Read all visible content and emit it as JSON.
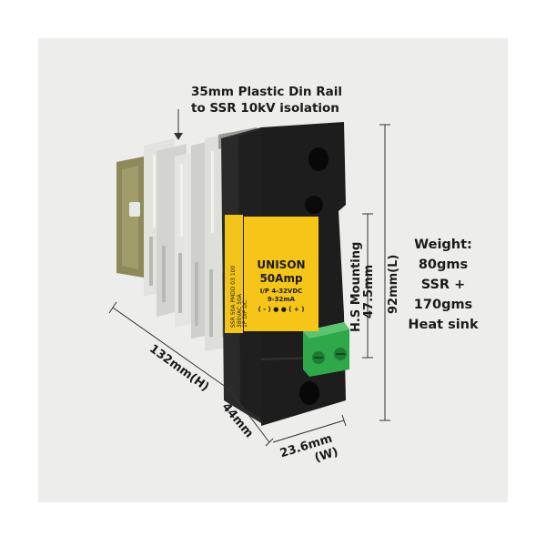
{
  "annotations": {
    "din_rail_note": [
      "35mm Plastic Din Rail",
      "to SSR 10kV isolation"
    ],
    "weight": [
      "Weight:",
      "80gms",
      "SSR +",
      "170gms",
      "Heat sink"
    ],
    "dim_length": "92mm(L)",
    "dim_mounting": [
      "H.S Mounting",
      "47.5mm"
    ],
    "dim_height": "132mm(H)",
    "dim_depth": "44mm",
    "dim_width": [
      "23.6mm",
      "(W)"
    ]
  },
  "product_label": {
    "brand": "UNISON",
    "rating": "50Amp",
    "input": "I/P 4-32VDC",
    "current": "9-32mA",
    "polarity": "( - )  ●  ●  ( + )",
    "side_lines": [
      "SSR 50A PMDD 03 100",
      "380VAC 50A",
      "1P DIP DC"
    ]
  },
  "colors": {
    "background": "#ededec",
    "heatsink": "#dadad6",
    "ssr_body": "#1d1d1d",
    "label": "#f5c518",
    "terminal": "#2fa84a",
    "din_rail": "#8c8a5a"
  }
}
